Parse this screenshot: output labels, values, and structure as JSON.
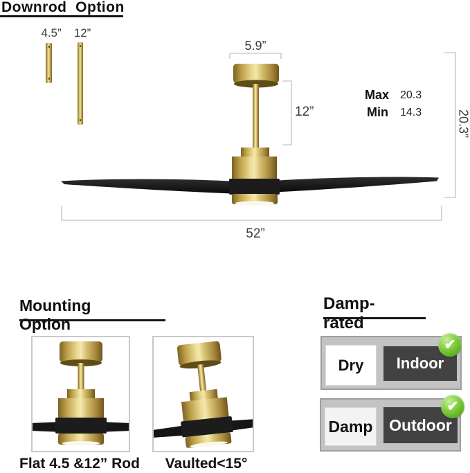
{
  "downrod": {
    "title": "Downrod  Option",
    "short_rod_label": "4.5”",
    "long_rod_label": "12”"
  },
  "diagram": {
    "canopy_width": "5.9”",
    "rod_length": "12”",
    "max_label": "Max",
    "max_value": "20.3",
    "min_label": "Min",
    "min_value": "14.3",
    "overall_height": "20.3”",
    "blade_span": "52”"
  },
  "mounting": {
    "title": "Mounting Option",
    "options": [
      {
        "caption": "Flat 4.5 &12” Rod"
      },
      {
        "caption": "Vaulted<15°"
      }
    ]
  },
  "damp": {
    "title": "Damp-rated",
    "rows": [
      {
        "left": "Dry",
        "right": "Indoor",
        "icon": "green-check",
        "check_glyph": "✔"
      },
      {
        "left": "Damp",
        "right": "Outdoor",
        "icon": "green-check",
        "check_glyph": "✔"
      }
    ]
  },
  "colors": {
    "gold_light": "#f0e3a6",
    "gold_mid": "#c9b266",
    "gold_dark": "#7c6420",
    "blade_black": "#1c1c1c",
    "dim_line": "#cdcdcd",
    "panel_gray": "#c3c3c3",
    "pill_dark": "#424242",
    "check_green": "#56ab2f"
  }
}
